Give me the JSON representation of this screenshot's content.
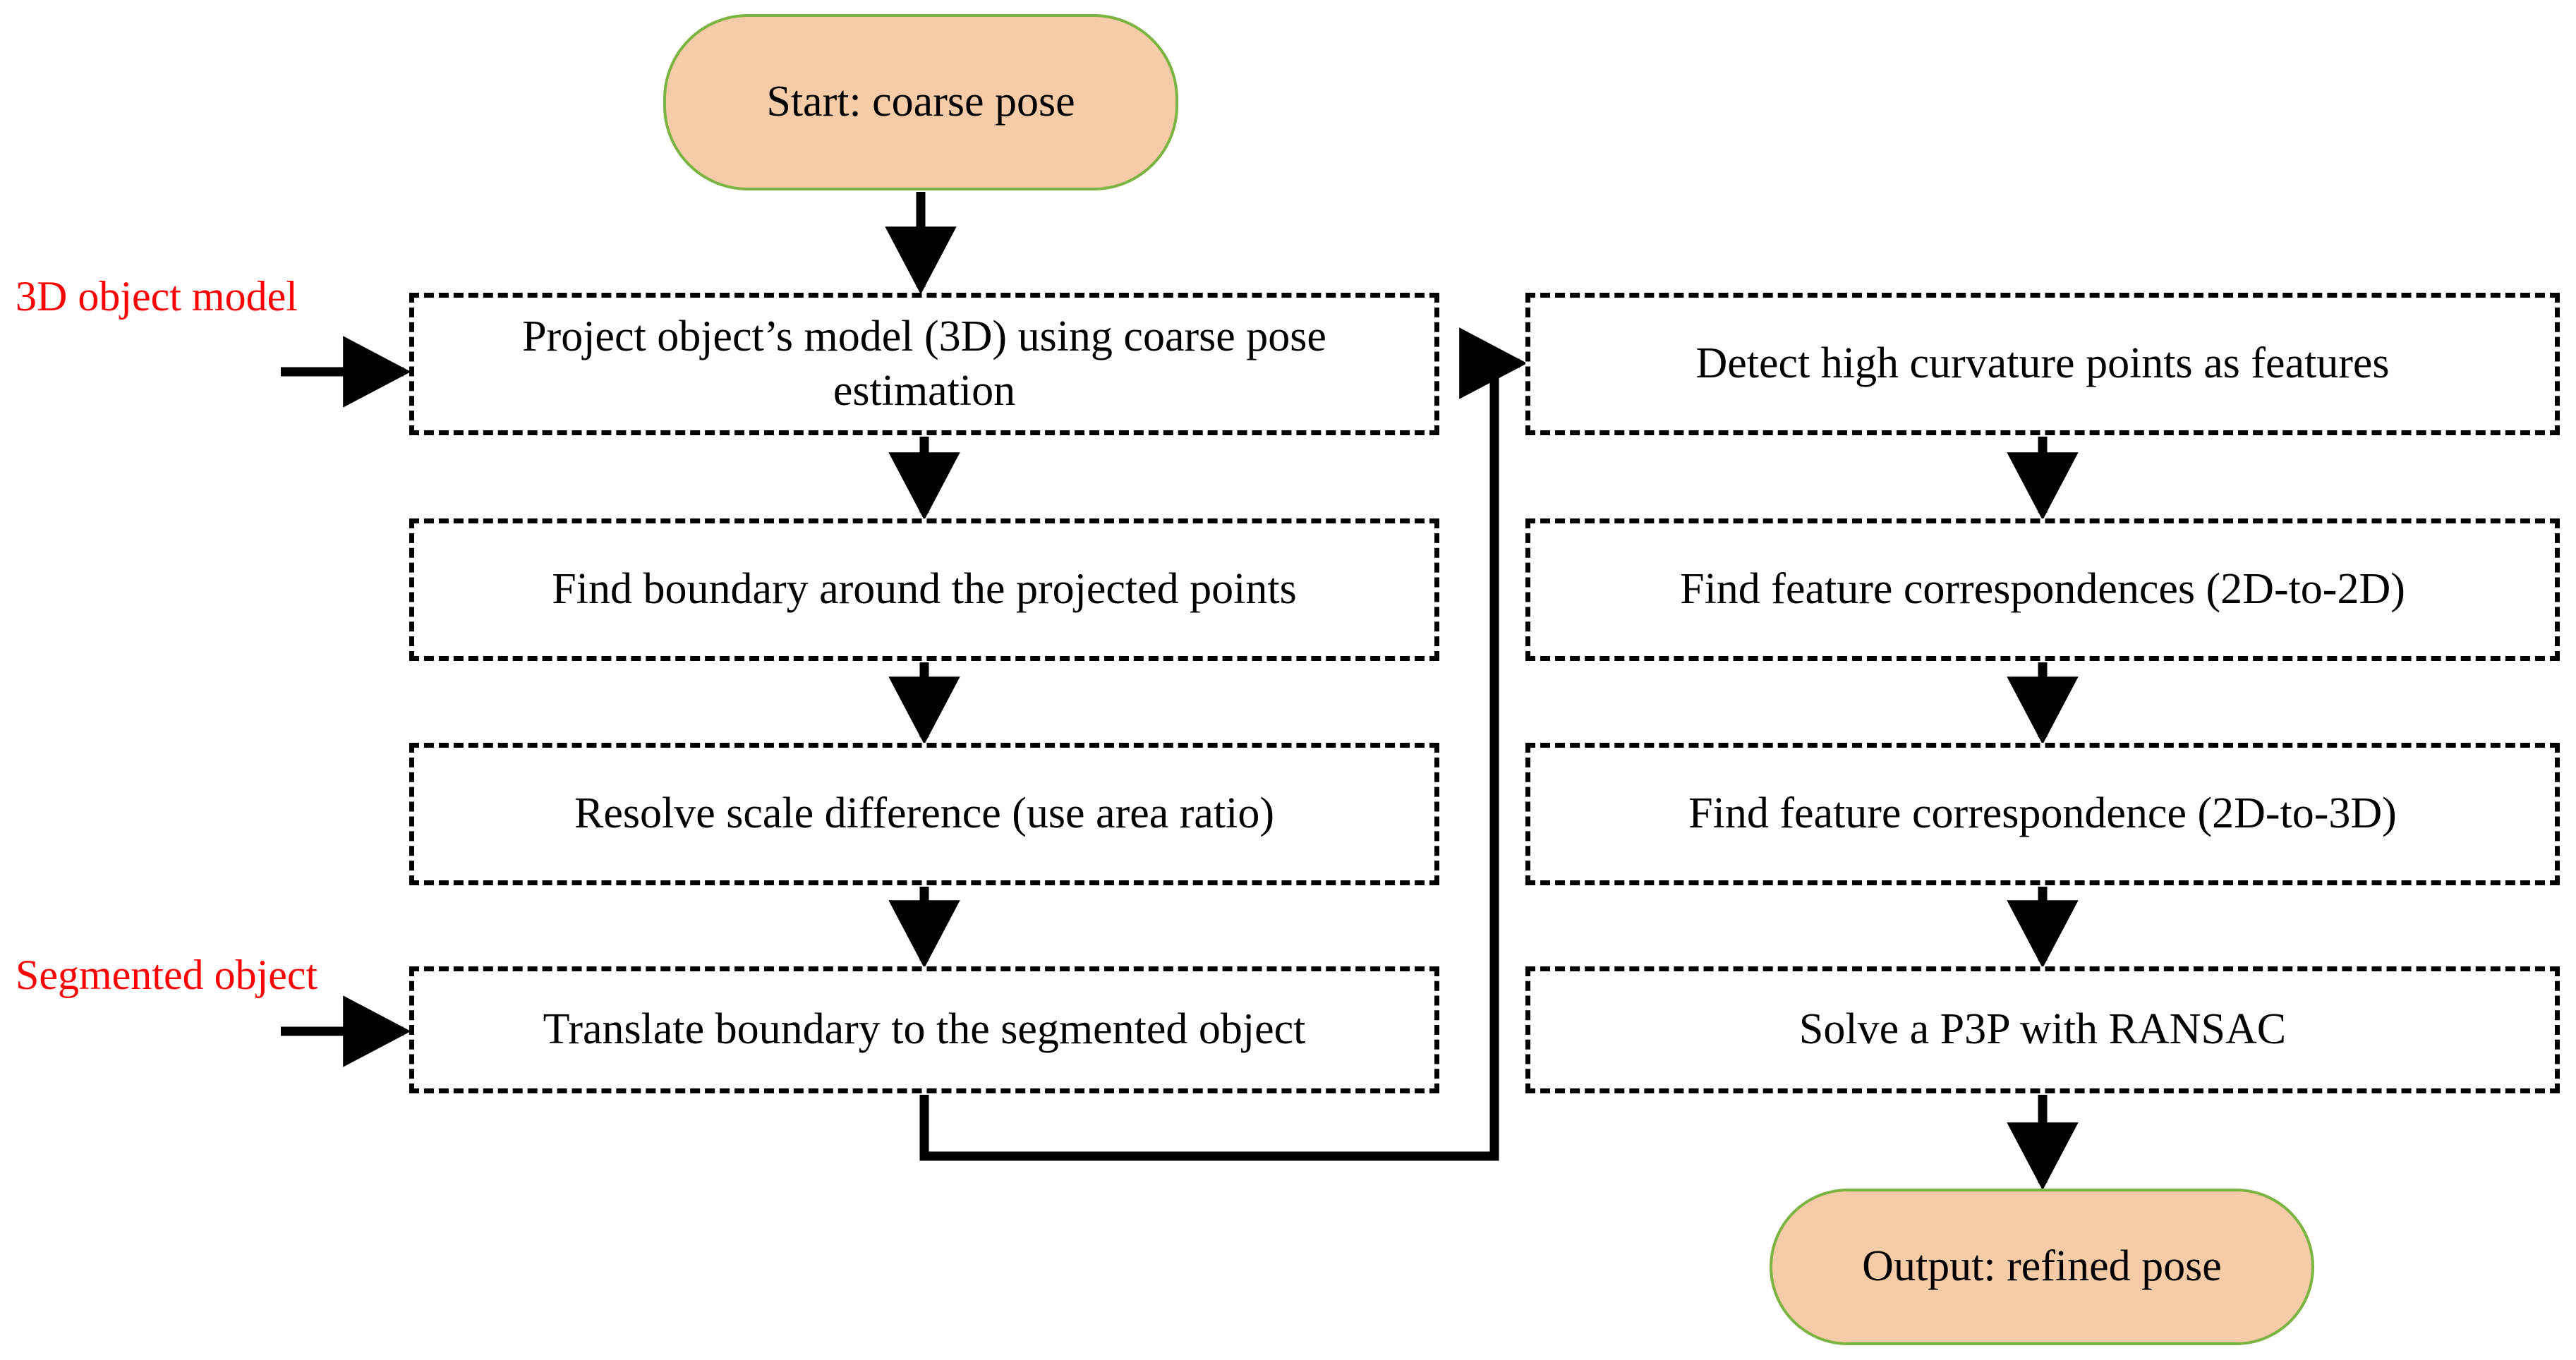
{
  "diagram": {
    "title": "Pose refinement pipeline flowchart",
    "colors": {
      "terminal_fill": "#f6cba8",
      "terminal_border": "#7cb342",
      "process_border": "#000000",
      "input_label": "#ff0000",
      "connector": "#000000",
      "background": "#ffffff"
    }
  },
  "nodes": {
    "start": {
      "label": "Start: coarse pose",
      "shape": "stadium"
    },
    "output": {
      "label": "Output: refined pose",
      "shape": "stadium"
    }
  },
  "inputs": [
    {
      "label": "3D object model",
      "target": "Project object’s model (3D) using coarse pose estimation"
    },
    {
      "label": "Segmented object",
      "target": "Translate boundary to the segmented object"
    }
  ],
  "left_column": [
    {
      "line1": "Project object’s model (3D) using coarse pose",
      "line2": "estimation"
    },
    {
      "line1": "Find boundary around the projected points",
      "line2": ""
    },
    {
      "line1": "Resolve scale difference (use area ratio)",
      "line2": ""
    },
    {
      "line1": "Translate boundary to the segmented object",
      "line2": ""
    }
  ],
  "right_column": [
    {
      "line1": "Detect high curvature points as features",
      "line2": ""
    },
    {
      "line1": "Find feature correspondences (2D-to-2D)",
      "line2": ""
    },
    {
      "line1": "Find feature correspondence (2D-to-3D)",
      "line2": ""
    },
    {
      "line1": "Solve a P3P with RANSAC",
      "line2": ""
    }
  ],
  "edges": [
    {
      "from": "Start: coarse pose",
      "to": "Project object’s model (3D) using coarse pose estimation",
      "kind": "arrow-down"
    },
    {
      "from": "Project object’s model (3D) using coarse pose estimation",
      "to": "Find boundary around the projected points",
      "kind": "arrow-down"
    },
    {
      "from": "Find boundary around the projected points",
      "to": "Resolve scale difference (use area ratio)",
      "kind": "arrow-down"
    },
    {
      "from": "Resolve scale difference (use area ratio)",
      "to": "Translate boundary to the segmented object",
      "kind": "arrow-down"
    },
    {
      "from": "Translate boundary to the segmented object",
      "to": "Detect high curvature points as features",
      "kind": "elbow-right-up"
    },
    {
      "from": "Detect high curvature points as features",
      "to": "Find feature correspondences (2D-to-2D)",
      "kind": "arrow-down"
    },
    {
      "from": "Find feature correspondences (2D-to-2D)",
      "to": "Find feature correspondence (2D-to-3D)",
      "kind": "arrow-down"
    },
    {
      "from": "Find feature correspondence (2D-to-3D)",
      "to": "Solve a P3P with RANSAC",
      "kind": "arrow-down"
    },
    {
      "from": "Solve a P3P with RANSAC",
      "to": "Output: refined pose",
      "kind": "arrow-down"
    },
    {
      "from": "3D object model",
      "to": "Project object’s model (3D) using coarse pose estimation",
      "kind": "arrow-right"
    },
    {
      "from": "Segmented object",
      "to": "Translate boundary to the segmented object",
      "kind": "arrow-right"
    }
  ]
}
